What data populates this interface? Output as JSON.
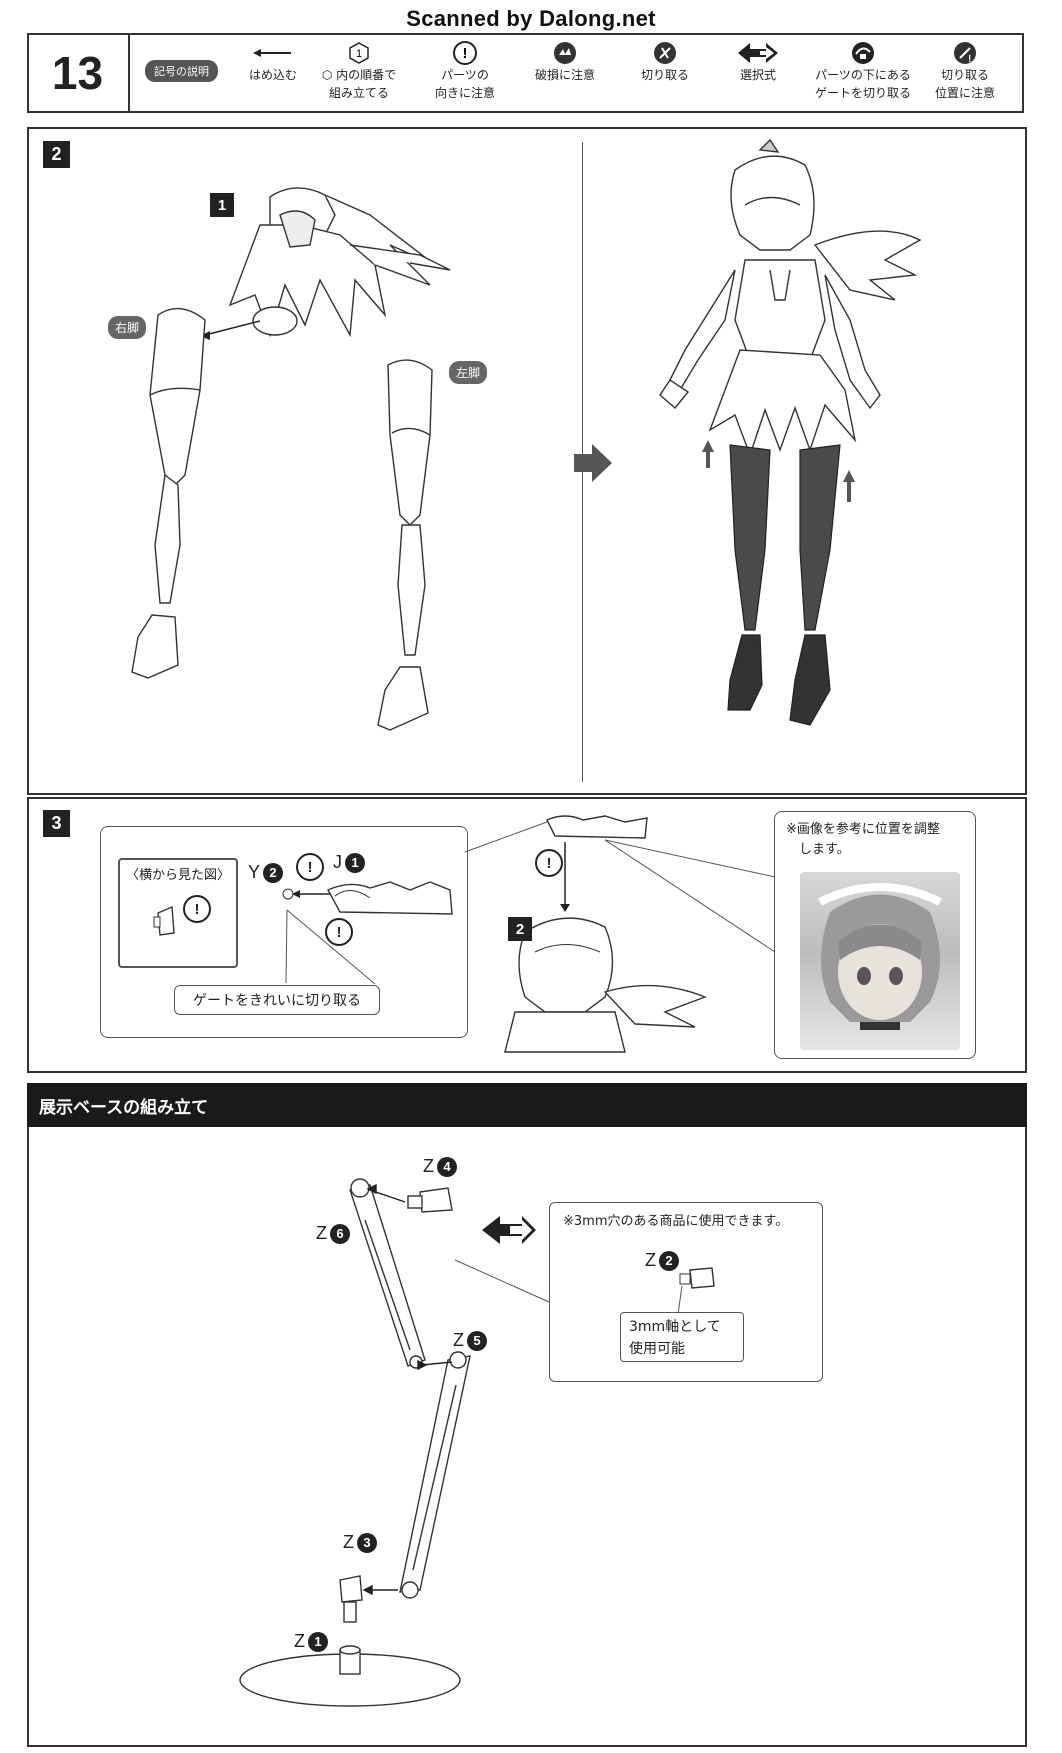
{
  "watermark": "Scanned by Dalong.net",
  "header": {
    "page_number": "13",
    "legend_title": "記号の説明",
    "legend": [
      {
        "icon": "arrow-left-icon",
        "label": "はめ込む"
      },
      {
        "icon": "circled-number-icon",
        "label": "⬡ 内の順番で\n組み立てる"
      },
      {
        "icon": "exclamation-icon",
        "label": "パーツの\n向きに注意"
      },
      {
        "icon": "damage-warning-icon",
        "label": "破損に注意"
      },
      {
        "icon": "cut-icon",
        "label": "切り取る"
      },
      {
        "icon": "double-arrow-icon",
        "label": "選択式"
      },
      {
        "icon": "gate-under-part-icon",
        "label": "パーツの下にある\nゲートを切り取る"
      },
      {
        "icon": "cut-position-icon",
        "label": "切り取る\n位置に注意"
      }
    ]
  },
  "step2": {
    "number": "2",
    "sub_step": "1",
    "right_leg": "右脚",
    "left_leg": "左脚"
  },
  "step3": {
    "number": "3",
    "side_view": "〈横から見た図〉",
    "part_y": "Y",
    "part_y_num": "2",
    "part_j": "J",
    "part_j_num": "1",
    "gate_note": "ゲートをきれいに切り取る",
    "ref_step": "2",
    "adjust_note": "※画像を参考に位置を調整\n　します。"
  },
  "base": {
    "title": "展示ベースの組み立て",
    "parts": {
      "z4": "Z",
      "z4n": "4",
      "z6": "Z",
      "z6n": "6",
      "z5": "Z",
      "z5n": "5",
      "z3": "Z",
      "z3n": "3",
      "z1": "Z",
      "z1n": "1",
      "z2": "Z",
      "z2n": "2"
    },
    "note_3mm": "※3mm穴のある商品に使用できます。",
    "axis_note": "3mm軸として\n使用可能"
  }
}
